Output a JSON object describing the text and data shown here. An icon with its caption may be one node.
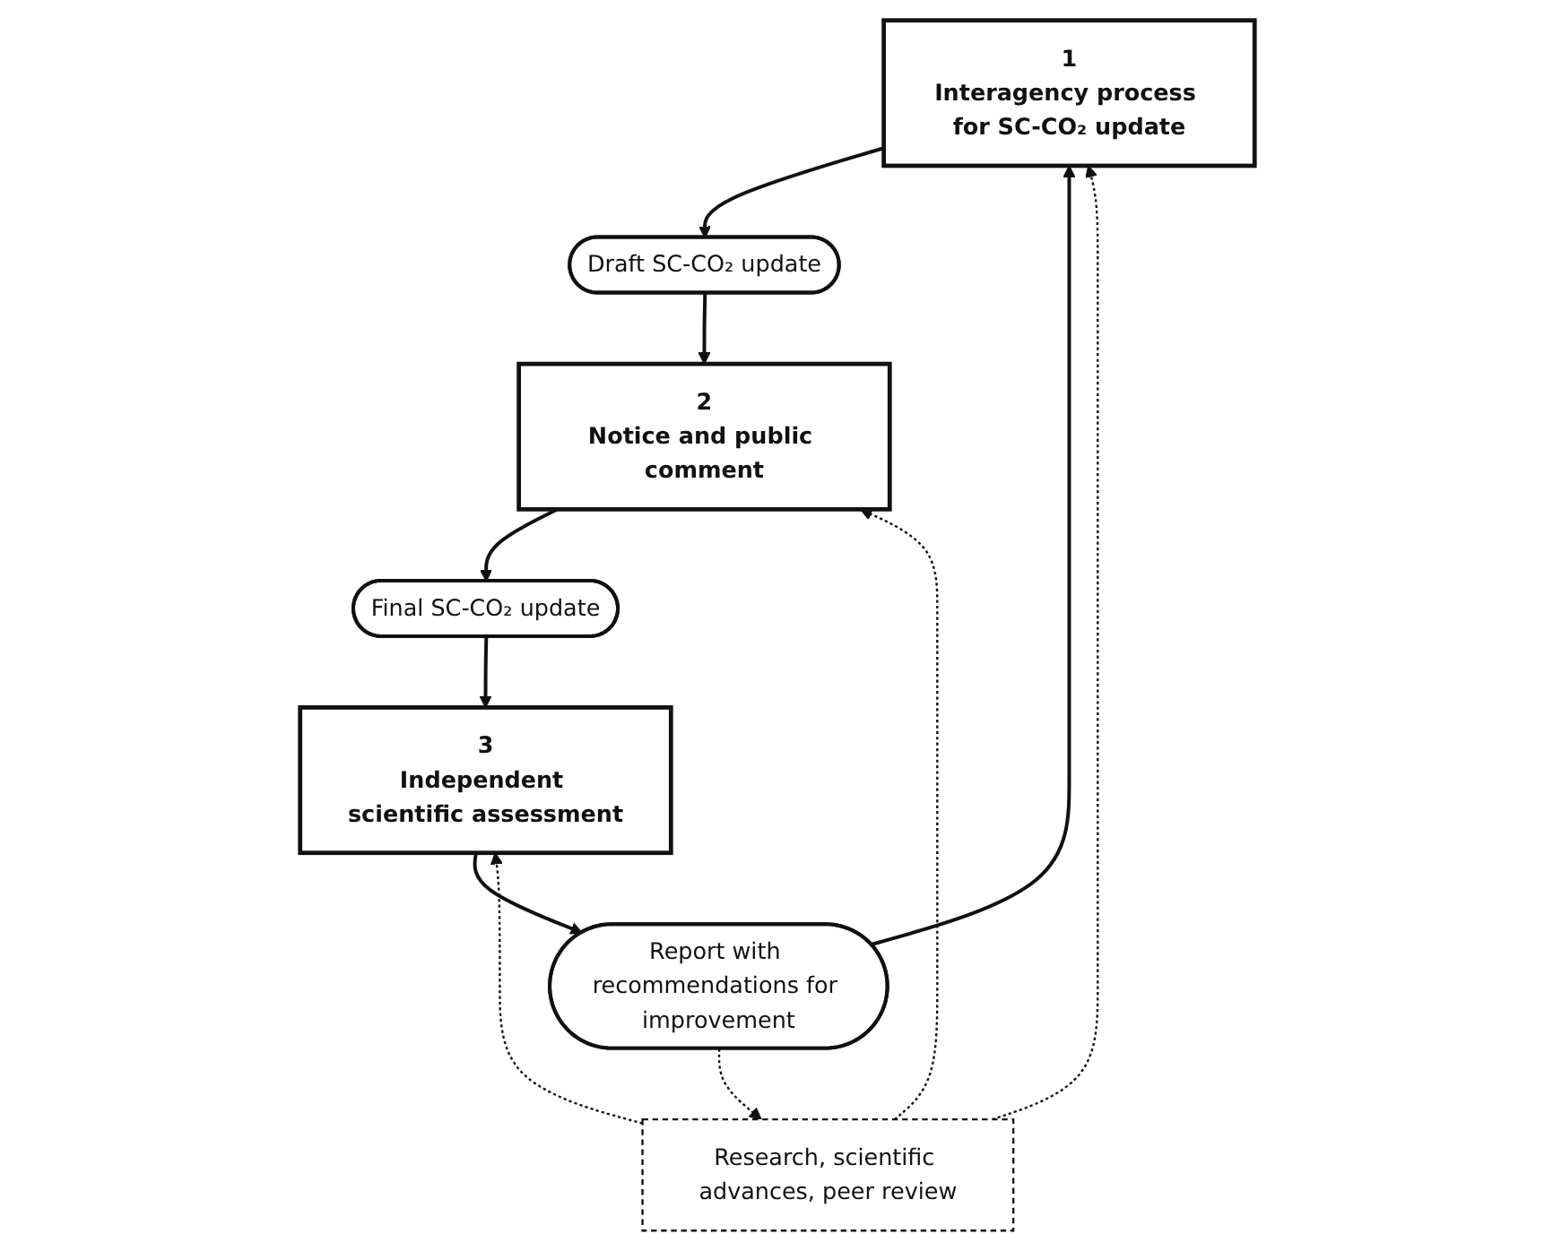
{
  "diagram": {
    "nodes": [
      {
        "text": [
          "1",
          "Interagency process for SC-CO₂ update"
        ]
      },
      {
        "text": [
          "Draft SC-CO₂ update"
        ]
      },
      {
        "text": [
          "2",
          "Notice and public comment"
        ]
      },
      {
        "text": [
          "Final SC-CO₂ update"
        ]
      },
      {
        "text": [
          "3",
          "Independent scientific assessment"
        ]
      },
      {
        "text": [
          "Report with recommendations for improvement"
        ]
      },
      {
        "text": [
          "Research, scientific advances, peer review"
        ]
      }
    ],
    "edges": [
      {
        "from": 0,
        "to": 1,
        "arrow": "to"
      },
      {
        "from": 1,
        "to": 2,
        "arrow": "to"
      },
      {
        "from": 2,
        "to": 3,
        "arrow": "to"
      },
      {
        "from": 3,
        "to": 4,
        "arrow": "to"
      },
      {
        "from": 4,
        "to": 5,
        "arrow": "to"
      },
      {
        "from": 5,
        "to": 0,
        "arrow": "to"
      },
      {
        "from": 6,
        "to": 0,
        "arrow": "to",
        "style": "dashed"
      },
      {
        "from": 5,
        "to": 6,
        "arrow": "to",
        "style": "dashed"
      },
      {
        "from": 6,
        "to": 4,
        "arrow": "to",
        "style": "dashed"
      },
      {
        "from": 6,
        "to": 2,
        "arrow": "to",
        "style": "dashed"
      }
    ]
  }
}
